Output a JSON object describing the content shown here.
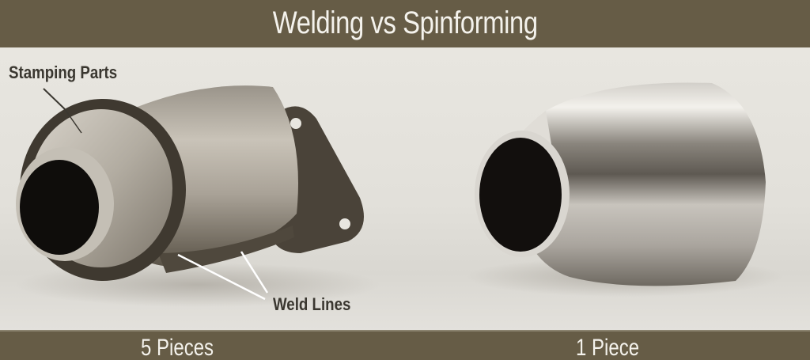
{
  "header": {
    "title": "Welding vs Spinforming",
    "background_color": "#665c46",
    "text_color": "#f4f2ec"
  },
  "left_panel": {
    "callouts": {
      "stamping_parts": "Stamping Parts",
      "weld_lines": "Weld Lines"
    },
    "footer_label": "5 Pieces"
  },
  "right_panel": {
    "footer_label": "1 Piece"
  },
  "footer": {
    "background_color": "#665c46",
    "text_color": "#f4f2ec"
  }
}
